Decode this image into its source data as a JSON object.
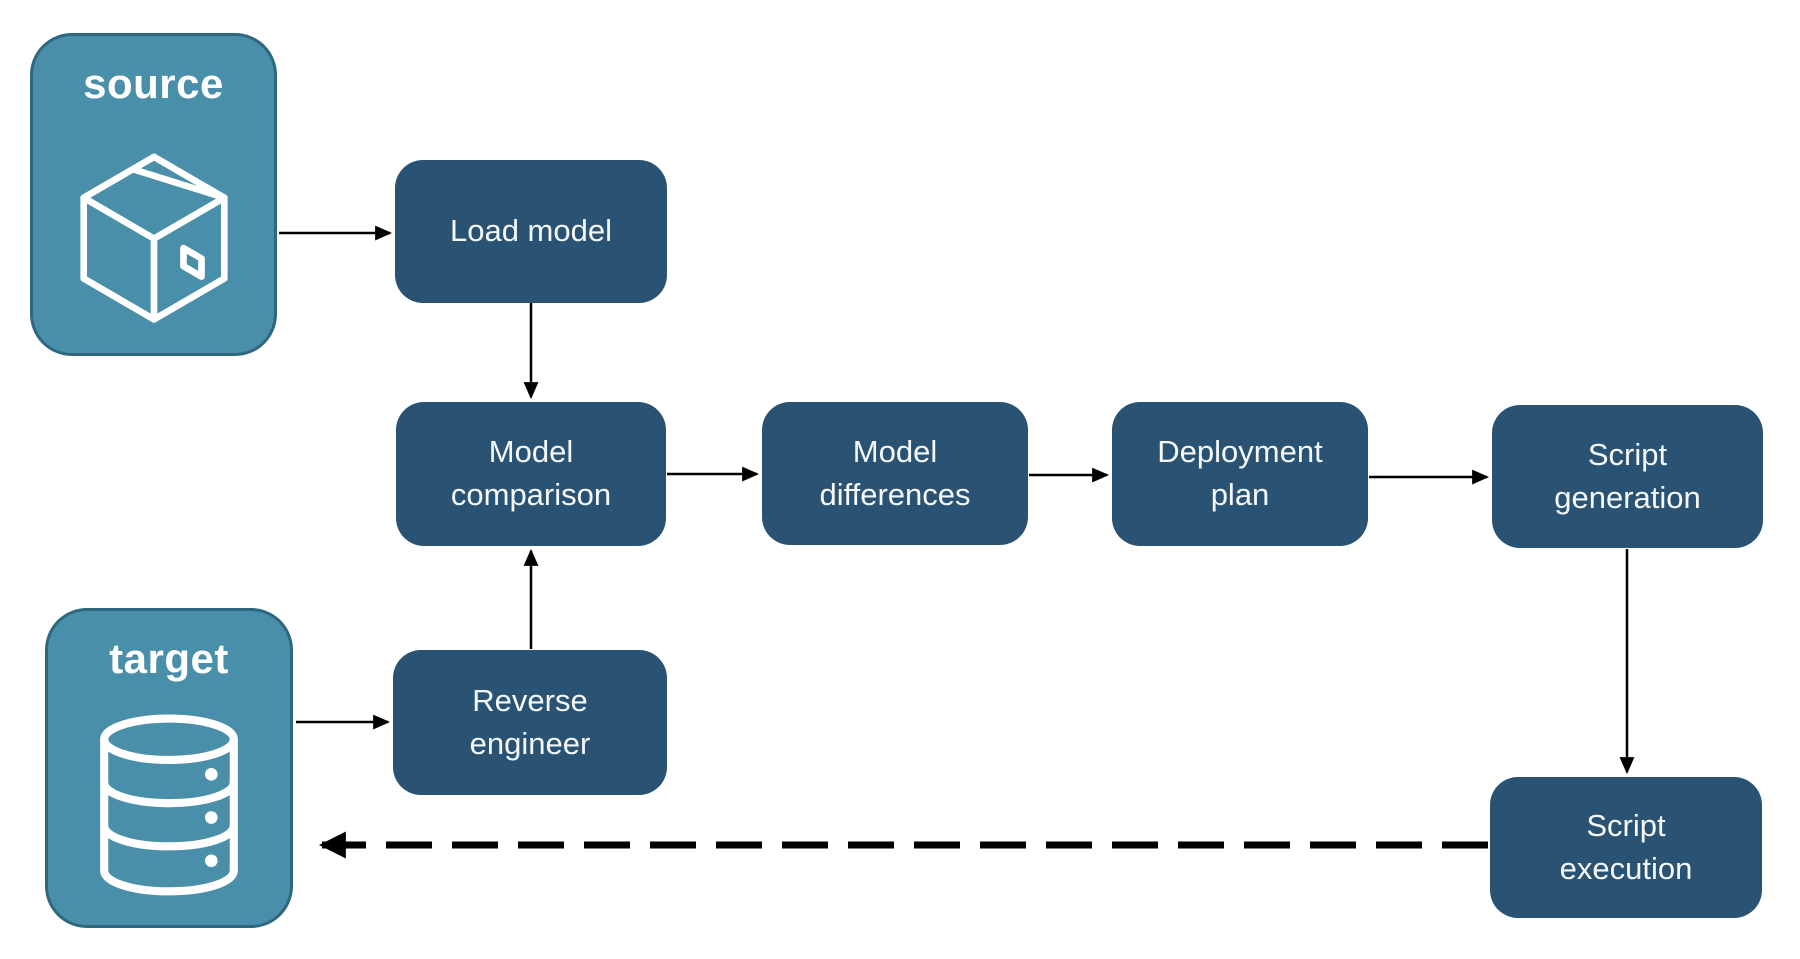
{
  "diagram": {
    "colors": {
      "process_fill": "#2A5273",
      "entity_fill": "#4A8FA9",
      "entity_border": "#2E677F",
      "label_text": "#FFFFFF",
      "connector": "#000000",
      "background": "#FFFFFF"
    },
    "entities": {
      "source": {
        "label": "source",
        "icon": "package-box-icon"
      },
      "target": {
        "label": "target",
        "icon": "database-icon"
      }
    },
    "processes": {
      "load_model": {
        "label": "Load model"
      },
      "model_comparison": {
        "label": "Model comparison"
      },
      "model_differences": {
        "label": "Model differences"
      },
      "deployment_plan": {
        "label": "Deployment plan"
      },
      "script_generation": {
        "label": "Script generation"
      },
      "reverse_engineer": {
        "label": "Reverse engineer"
      },
      "script_execution": {
        "label": "Script execution"
      }
    },
    "connections": [
      {
        "from": "source",
        "to": "load_model",
        "style": "solid"
      },
      {
        "from": "load_model",
        "to": "model_comparison",
        "style": "solid"
      },
      {
        "from": "target",
        "to": "reverse_engineer",
        "style": "solid"
      },
      {
        "from": "reverse_engineer",
        "to": "model_comparison",
        "style": "solid"
      },
      {
        "from": "model_comparison",
        "to": "model_differences",
        "style": "solid"
      },
      {
        "from": "model_differences",
        "to": "deployment_plan",
        "style": "solid"
      },
      {
        "from": "deployment_plan",
        "to": "script_generation",
        "style": "solid"
      },
      {
        "from": "script_generation",
        "to": "script_execution",
        "style": "solid"
      },
      {
        "from": "script_execution",
        "to": "target",
        "style": "dashed"
      }
    ]
  }
}
